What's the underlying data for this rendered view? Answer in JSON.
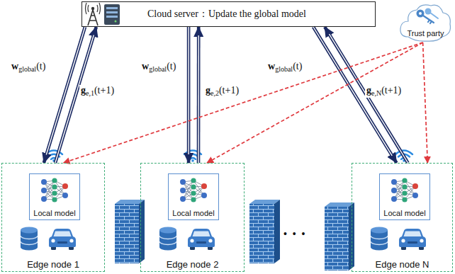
{
  "diagram": {
    "nodes": [
      {
        "text": [
          "Cloud server：Update the global model"
        ]
      },
      {
        "text": [
          "Trust party"
        ]
      },
      {
        "text": [
          "Edge node 1"
        ]
      },
      {
        "text": [
          "Local model"
        ],
        "in": 2
      },
      {
        "text": [
          "Edge node 2"
        ]
      },
      {
        "text": [
          "Local model"
        ],
        "in": 4
      },
      {
        "text": [
          "Edge node N"
        ]
      },
      {
        "text": [
          "Local model"
        ],
        "in": 6
      }
    ],
    "edges": [
      {
        "from": 0,
        "to": 2,
        "label": "wglobal(t)",
        "arrow": "to"
      },
      {
        "from": 2,
        "to": 0,
        "label": "ge,1(t+1)",
        "arrow": "to"
      },
      {
        "from": 0,
        "to": 4,
        "label": "wglobal(t)",
        "arrow": "to"
      },
      {
        "from": 4,
        "to": 0,
        "label": "ge,2(t+1)",
        "arrow": "to"
      },
      {
        "from": 0,
        "to": 6,
        "label": "wglobal(t)",
        "arrow": "to"
      },
      {
        "from": 6,
        "to": 0,
        "label": "ge,N(t+1)",
        "arrow": "to"
      },
      {
        "from": 1,
        "to": 2,
        "arrow": "to"
      },
      {
        "from": 1,
        "to": 4,
        "arrow": "to"
      },
      {
        "from": 1,
        "to": 6,
        "arrow": "to"
      }
    ],
    "labels": [
      "• • •"
    ]
  }
}
